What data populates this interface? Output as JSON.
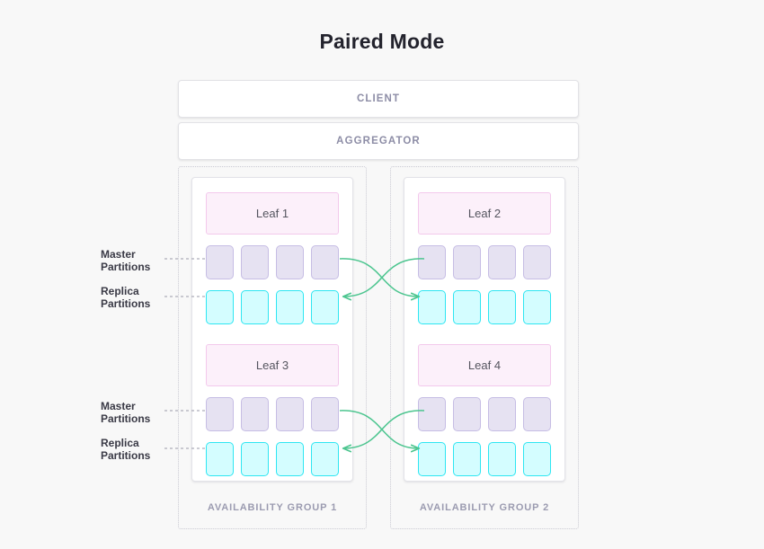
{
  "diagram": {
    "title": "Paired Mode",
    "background_color": "#f8f8f8"
  },
  "topology": {
    "client_label": "CLIENT",
    "aggregator_label": "AGGREGATOR"
  },
  "legend": {
    "master_line1": "Master",
    "master_line2": "Partitions",
    "replica_line1": "Replica",
    "replica_line2": "Partitions"
  },
  "colors": {
    "leaf_fill": "#fcf0fa",
    "leaf_border": "#f3c9ec",
    "master_fill": "#e6e2f2",
    "master_border": "#c6bde4",
    "replica_fill": "#d4fdff",
    "replica_border": "#2ee6f2",
    "arrow": "#4cc58f",
    "group_border": "#c9c9d2",
    "card_border": "#e3e3e8",
    "muted_text": "#9b9bb0"
  },
  "availability_groups": [
    {
      "label": "AVAILABILITY GROUP 1",
      "leaves": [
        {
          "name": "Leaf 1",
          "master_partitions": 4,
          "replica_partitions": 4
        },
        {
          "name": "Leaf 3",
          "master_partitions": 4,
          "replica_partitions": 4
        }
      ]
    },
    {
      "label": "AVAILABILITY GROUP 2",
      "leaves": [
        {
          "name": "Leaf 2",
          "master_partitions": 4,
          "replica_partitions": 4
        },
        {
          "name": "Leaf 4",
          "master_partitions": 4,
          "replica_partitions": 4
        }
      ]
    }
  ],
  "replication_links": [
    {
      "from": "Leaf 1 master",
      "to": "Leaf 2 replica"
    },
    {
      "from": "Leaf 2 master",
      "to": "Leaf 1 replica"
    },
    {
      "from": "Leaf 3 master",
      "to": "Leaf 4 replica"
    },
    {
      "from": "Leaf 4 master",
      "to": "Leaf 3 replica"
    }
  ]
}
